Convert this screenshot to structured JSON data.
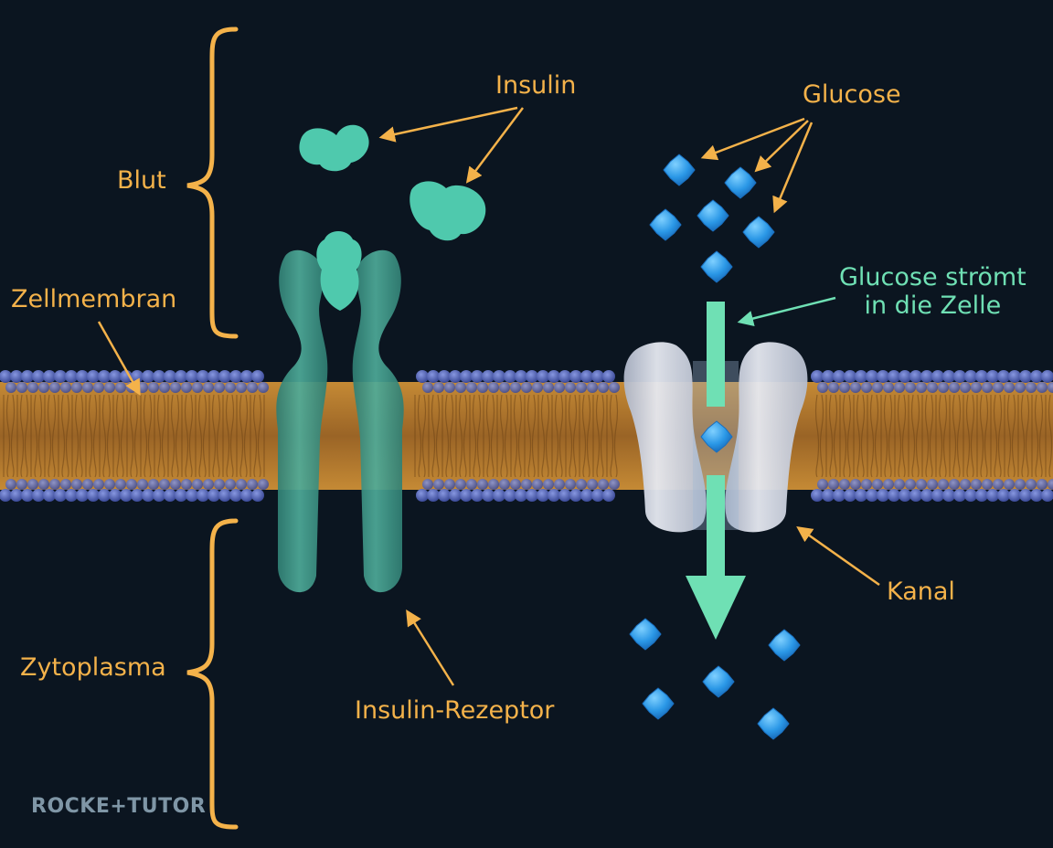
{
  "labels": {
    "blut": "Blut",
    "zellmembran": "Zellmembran",
    "zytoplasma": "Zytoplasma",
    "insulin": "Insulin",
    "glucose": "Glucose",
    "flow_line1": "Glucose strömt",
    "flow_line2": "in die Zelle",
    "kanal": "Kanal",
    "rezeptor": "Insulin-Rezeptor"
  },
  "logo": "ROCKE+TUTOR",
  "colors": {
    "background": "#0b1520",
    "label": "#f4b24a",
    "accent_green": "#6fe0b4",
    "insulin": "#4fc9ad",
    "receptor": "#3f9a8a",
    "glucose": "#2e9fe8",
    "channel": "#c9cfdc",
    "lipid_head": "#4a5bb0",
    "lipid_tail": "#b07a30"
  },
  "icons": [
    "curly-brace",
    "pointer-arrow",
    "flow-arrow",
    "glucose-molecule",
    "insulin-molecule"
  ]
}
